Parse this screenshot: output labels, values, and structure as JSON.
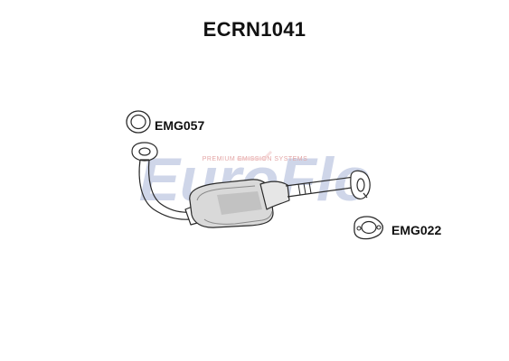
{
  "title": "ECRN1041",
  "parts": [
    {
      "code": "EMG057"
    },
    {
      "code": "EMG022"
    }
  ],
  "watermark": {
    "brand": "EuroFlo",
    "tagline": "PREMIUM EMISSION SYSTEMS"
  },
  "colors": {
    "watermark_blue": "#c7cfe6",
    "watermark_red": "#f1c9c9",
    "line": "#2a2a2a",
    "shade": "#b9b9b9"
  }
}
